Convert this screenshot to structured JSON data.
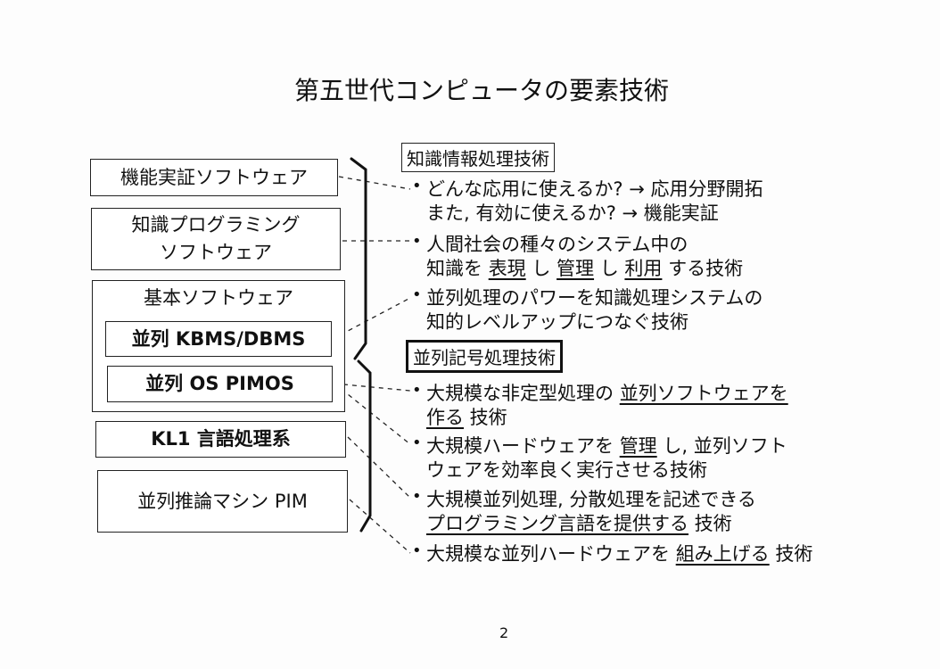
{
  "title": "第五世代コンピュータの要素技術",
  "left_boxes": {
    "func": "機能実証ソフトウェア",
    "kp1": "知識プログラミング",
    "kp2": "ソフトウェア",
    "basic": "基本ソフトウェア",
    "kbms": "並列 KBMS/DBMS",
    "os": "並列 OS PIMOS",
    "kl1": "KL1 言語処理系",
    "pim": "並列推論マシン PIM"
  },
  "sections": [
    {
      "header": "知識情報処理技術",
      "bullets": [
        [
          [
            {
              "t": "どんな応用に使えるか? → 応用分野開拓"
            }
          ],
          [
            {
              "t": "また, 有効に使えるか? → 機能実証"
            }
          ]
        ],
        [
          [
            {
              "t": "人間社会の種々のシステム中の"
            }
          ],
          [
            {
              "t": "知識を "
            },
            {
              "t": "表現",
              "u": true
            },
            {
              "t": " し "
            },
            {
              "t": "管理",
              "u": true
            },
            {
              "t": " し "
            },
            {
              "t": "利用",
              "u": true
            },
            {
              "t": " する技術"
            }
          ]
        ],
        [
          [
            {
              "t": "並列処理のパワーを知識処理システムの"
            }
          ],
          [
            {
              "t": "知的レベルアップにつなぐ技術"
            }
          ]
        ]
      ]
    },
    {
      "header": "並列記号処理技術",
      "bullets": [
        [
          [
            {
              "t": "大規模な非定型処理の "
            },
            {
              "t": "並列ソフトウェアを",
              "u": true
            }
          ],
          [
            {
              "t": "作る",
              "u": true
            },
            {
              "t": " 技術"
            }
          ]
        ],
        [
          [
            {
              "t": "大規模ハードウェアを "
            },
            {
              "t": "管理",
              "u": true
            },
            {
              "t": " し, 並列ソフト"
            }
          ],
          [
            {
              "t": "ウェアを効率良く実行させる技術"
            }
          ]
        ],
        [
          [
            {
              "t": "大規模並列処理, 分散処理を記述できる"
            }
          ],
          [
            {
              "t": "プログラミング言語を提供する",
              "u": true
            },
            {
              "t": " 技術"
            }
          ]
        ],
        [
          [
            {
              "t": "大規模な並列ハードウェアを "
            },
            {
              "t": "組み上げる",
              "u": true
            },
            {
              "t": " 技術"
            }
          ]
        ]
      ]
    }
  ],
  "bullet_char": "•",
  "page_number": "2"
}
